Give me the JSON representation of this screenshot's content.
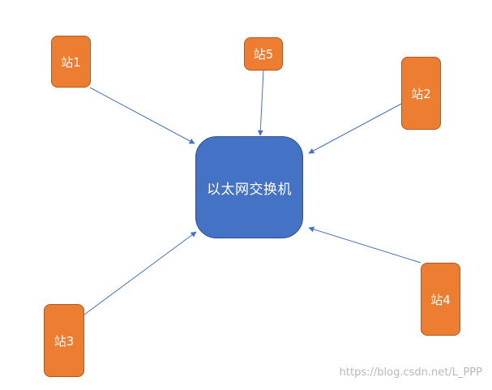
{
  "diagram": {
    "center": {
      "label": "以太网交换机"
    },
    "stations": [
      {
        "id": "s1",
        "label": "站1"
      },
      {
        "id": "s5",
        "label": "站5"
      },
      {
        "id": "s2",
        "label": "站2"
      },
      {
        "id": "s3",
        "label": "站3"
      },
      {
        "id": "s4",
        "label": "站4"
      }
    ],
    "connections": [
      {
        "from": "s1",
        "to": "center"
      },
      {
        "from": "s5",
        "to": "center"
      },
      {
        "from": "s2",
        "to": "center"
      },
      {
        "from": "s3",
        "to": "center"
      },
      {
        "from": "s4",
        "to": "center"
      }
    ],
    "colors": {
      "station_fill": "#ED7D31",
      "switch_fill": "#4472C4",
      "arrow": "#4472C4"
    }
  },
  "watermark": {
    "text": "https://blog.csdn.net/L_PPP"
  }
}
